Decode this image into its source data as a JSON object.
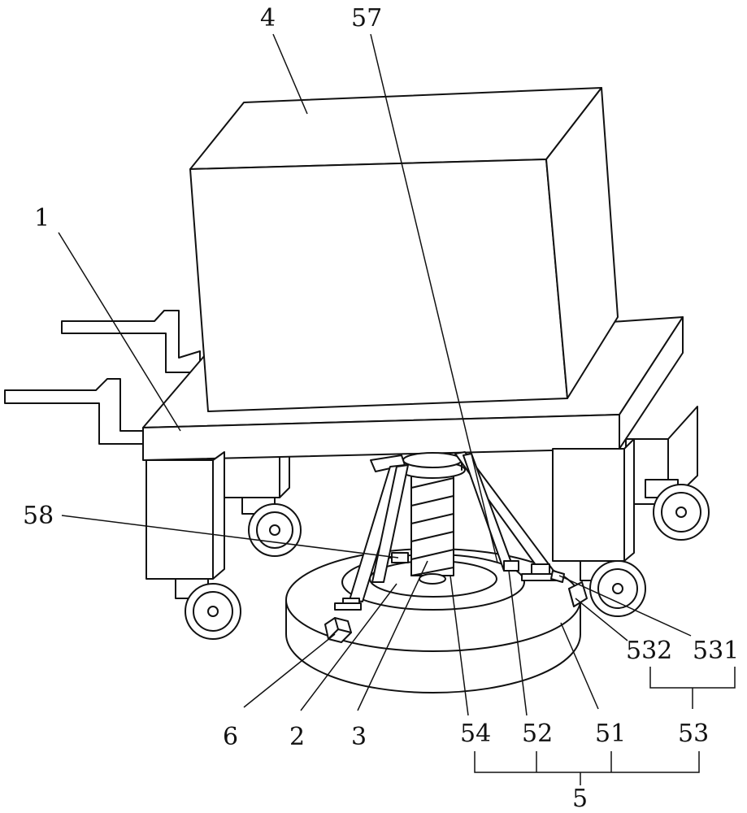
{
  "figure": {
    "labels": {
      "base_frame": "1",
      "lifting_column": "2",
      "screw_rod": "3",
      "cabinet": "4",
      "adjusting_mechanism": "5",
      "bolt": "6",
      "ring_base": "51",
      "support_rod": "52",
      "limit_assembly": "53",
      "ring_groove": "54",
      "hinge_rod": "57",
      "bolt_seat": "58",
      "limit_block": "531",
      "limit_pin": "532"
    }
  }
}
